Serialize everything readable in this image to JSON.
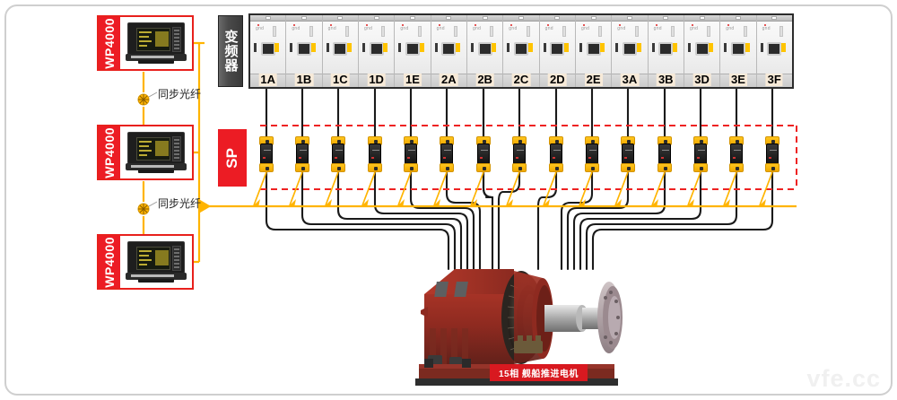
{
  "diagram": {
    "title": "15-phase ship propulsion drive system diagram",
    "watermark": "vfe.cc",
    "colors": {
      "accent_red": "#ec1c24",
      "signal_yellow": "#FFB400",
      "cable_black": "#1a1a1a",
      "dashed_red": "#ee2222",
      "cabinet_dark": "#3a3a3a"
    }
  },
  "recorders": {
    "tag_label": "WP4000",
    "units": [
      {
        "tag": "WP4000",
        "device_icon": "recorder-device-icon"
      },
      {
        "tag": "WP4000",
        "device_icon": "recorder-device-icon"
      },
      {
        "tag": "WP4000",
        "device_icon": "recorder-device-icon"
      }
    ],
    "fiber_links": [
      {
        "label": "同步光纤",
        "icon": "fiber-node-icon"
      },
      {
        "label": "同步光纤",
        "icon": "fiber-node-icon"
      }
    ]
  },
  "vfd": {
    "label": "变频器",
    "cells": [
      {
        "name": "1A"
      },
      {
        "name": "1B"
      },
      {
        "name": "1C"
      },
      {
        "name": "1D"
      },
      {
        "name": "1E"
      },
      {
        "name": "2A"
      },
      {
        "name": "2B"
      },
      {
        "name": "2C"
      },
      {
        "name": "2D"
      },
      {
        "name": "2E"
      },
      {
        "name": "3A"
      },
      {
        "name": "3B"
      },
      {
        "name": "3D"
      },
      {
        "name": "3E"
      },
      {
        "name": "3F"
      }
    ]
  },
  "sensor_panel": {
    "label": "SP",
    "sensor_count": 15,
    "sensor_icon": "current-clamp-sensor-icon"
  },
  "motor": {
    "name_plate": "15相  舰船推进电机",
    "image_alt": "ship-propulsion-motor"
  }
}
